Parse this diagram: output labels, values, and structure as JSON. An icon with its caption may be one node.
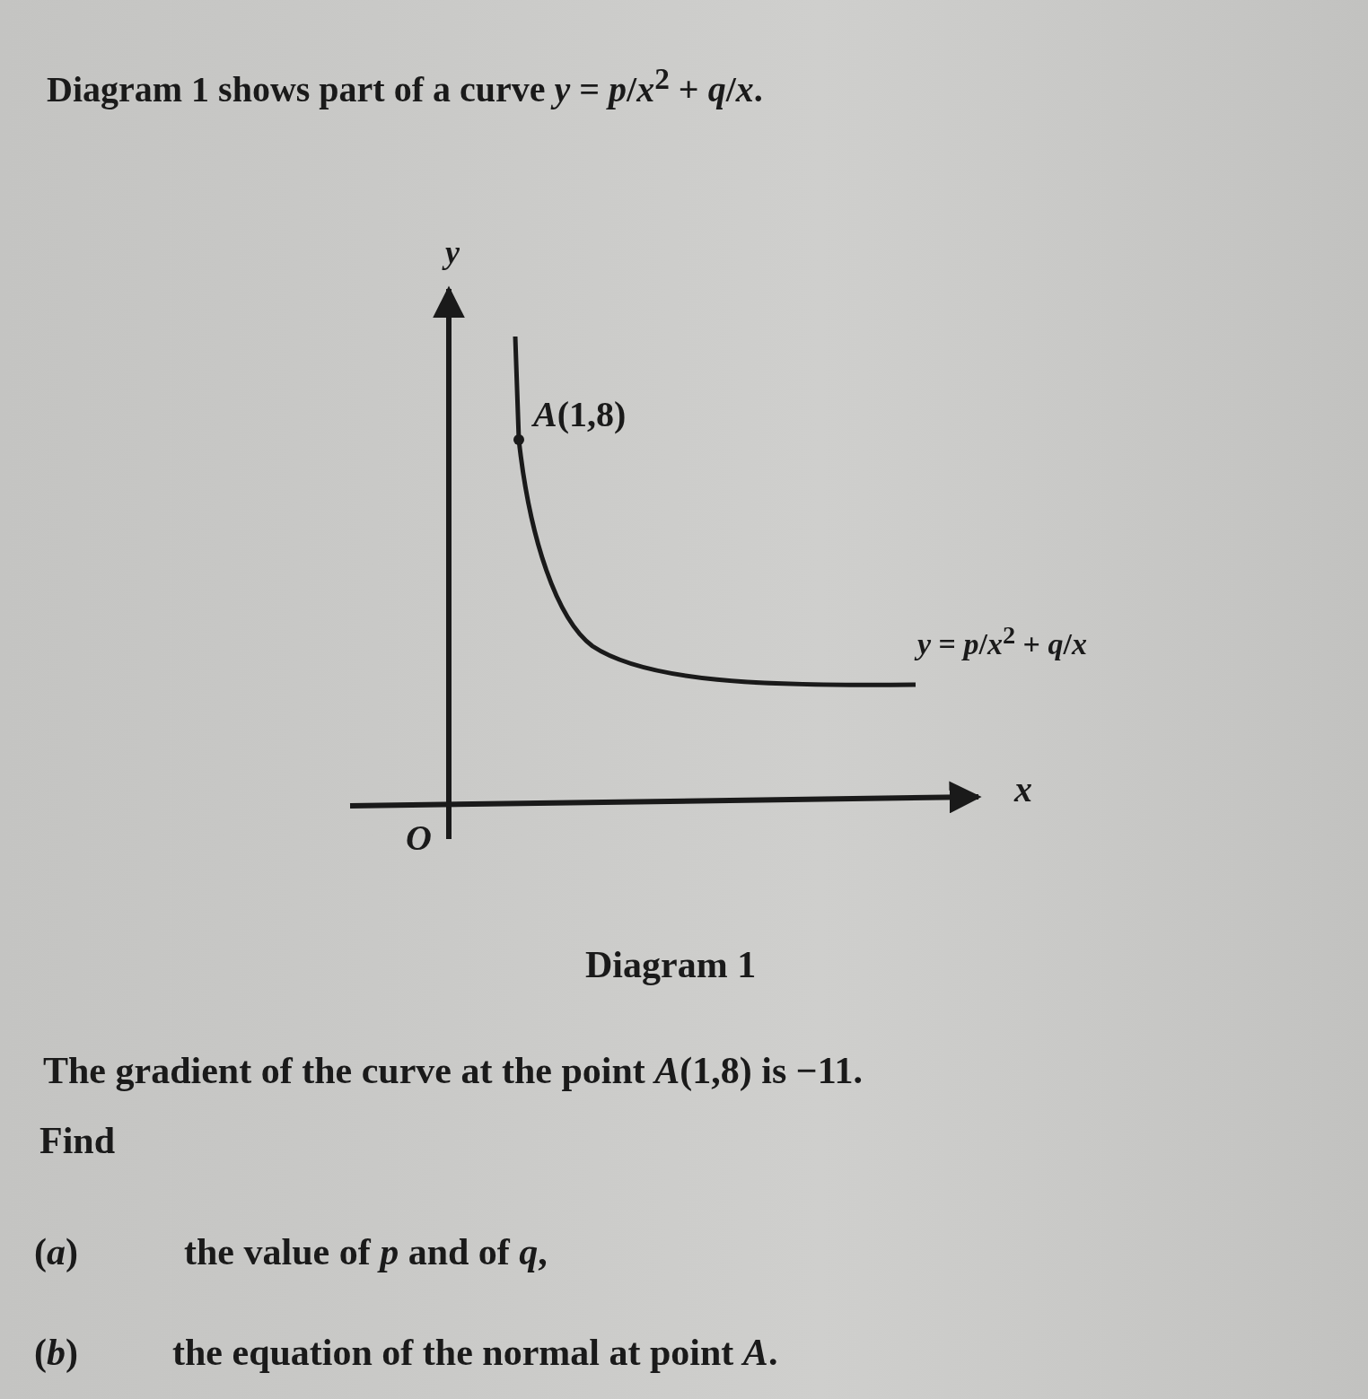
{
  "diagram": {
    "caption": "Diagram 1",
    "labels": [
      "Diagram 1 shows part of a curve *y* = *p*/*x*$^{2}$ + *q*/*x*.",
      "*y*",
      "*A*(1,8)",
      "*y* = *p*/*x*$^{2}$ + *q*/*x*",
      "*x*",
      "*O*",
      "The gradient of the curve at the point *A*(1,8) is −11.",
      "Find",
      "(*a*)",
      "the value of *p* and of *q*,",
      "(*b*)",
      "the equation of the normal at point *A*."
    ]
  }
}
